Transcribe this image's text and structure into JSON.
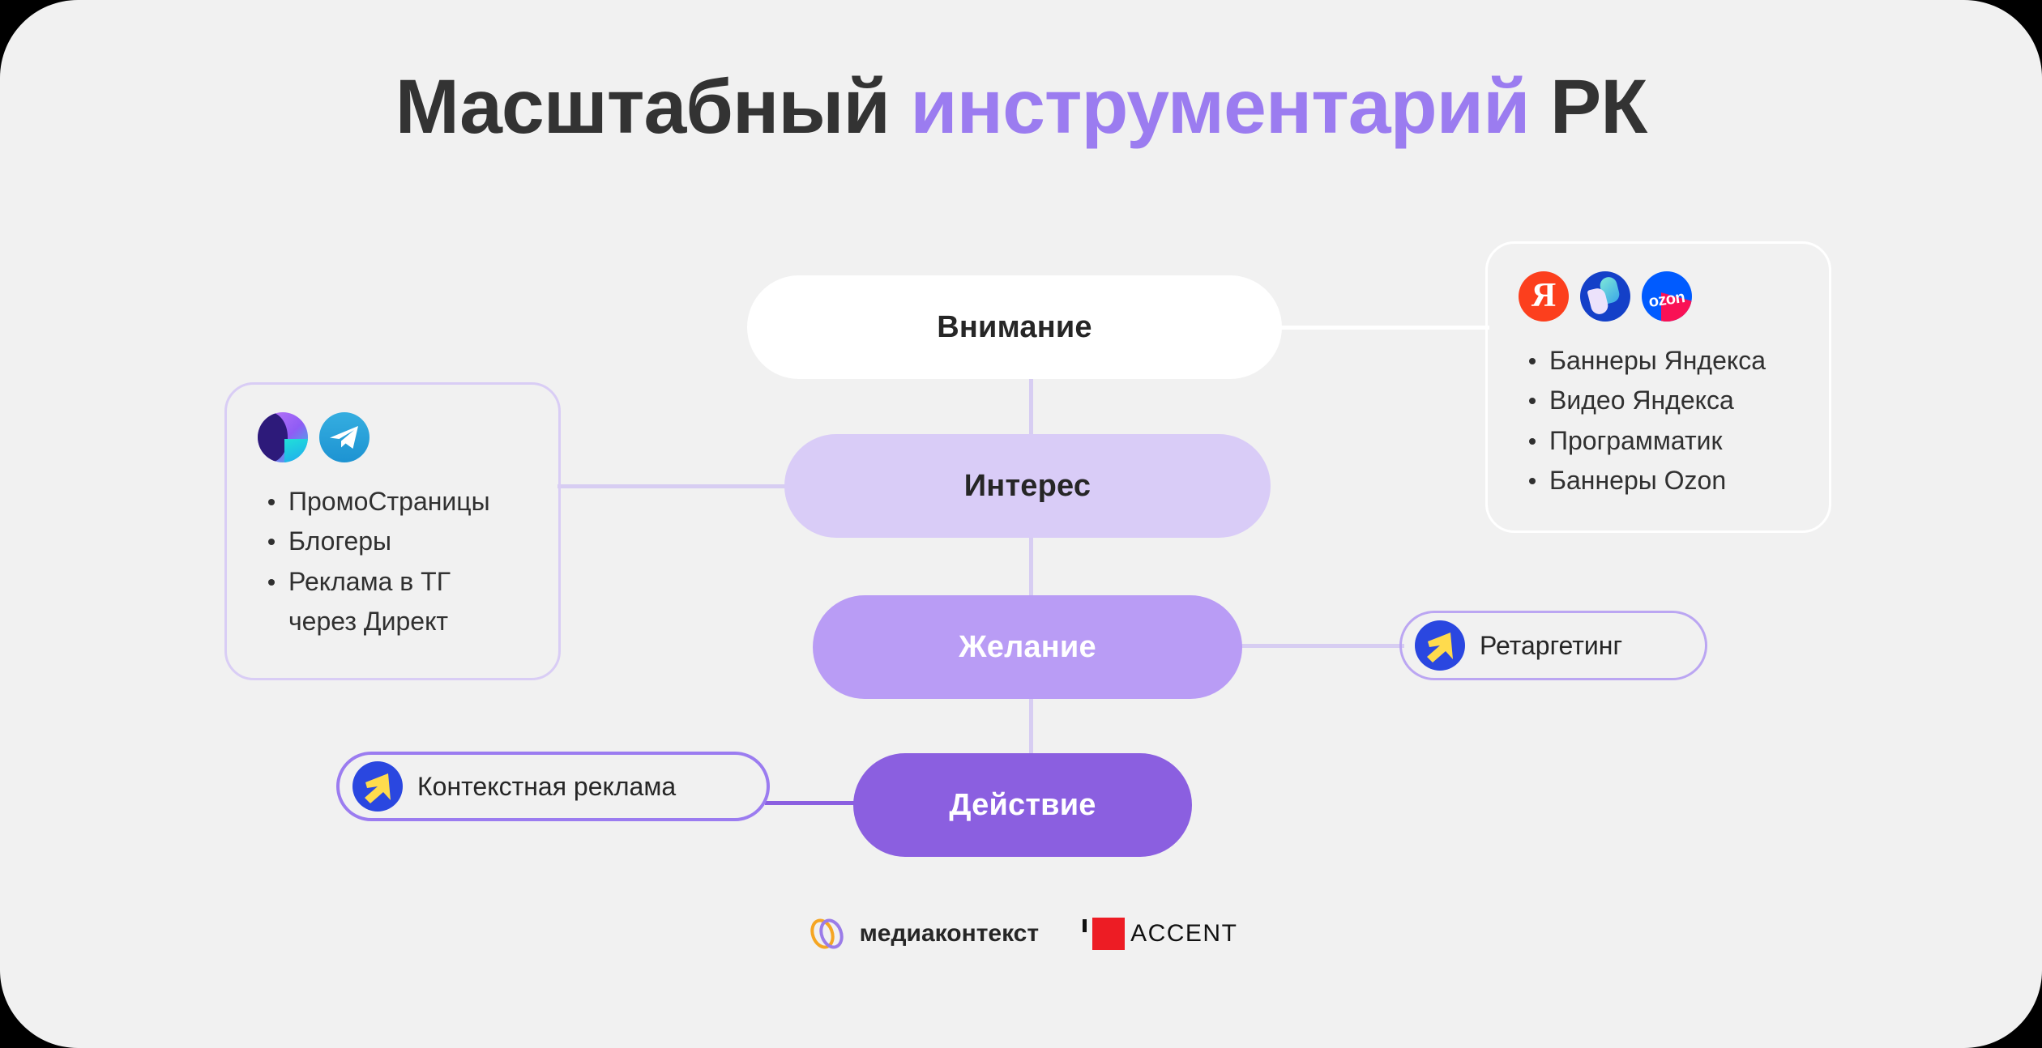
{
  "title": {
    "part1": "Масштабный ",
    "accent": "инструментарий",
    "part2": " РК",
    "accent_color": "#9b7cf0"
  },
  "funnel": {
    "stages": [
      {
        "label": "Внимание",
        "bg": "#ffffff",
        "text_color": "#262626"
      },
      {
        "label": "Интерес",
        "bg": "#d9ccf7",
        "text_color": "#262626"
      },
      {
        "label": "Желание",
        "bg": "#b99cf5",
        "text_color": "#ffffff"
      },
      {
        "label": "Действие",
        "bg": "#8b5fe0",
        "text_color": "#ffffff"
      }
    ]
  },
  "left_card": {
    "icons": [
      "dzen-icon",
      "telegram-icon"
    ],
    "items": [
      "ПромоСтраницы",
      "Блогеры",
      "Реклама в ТГ",
      "через Директ"
    ]
  },
  "right_card": {
    "icons": [
      "yandex-icon",
      "yandex-ads-icon",
      "ozon-icon"
    ],
    "items": [
      "Баннеры Яндекса",
      "Видео Яндекса",
      "Программатик",
      "Баннеры Ozon"
    ]
  },
  "pills": {
    "retargeting": {
      "label": "Ретаргетинг",
      "icon": "yandex-direct-icon"
    },
    "context": {
      "label": "Контекстная реклама",
      "icon": "yandex-direct-icon"
    }
  },
  "footer": {
    "brand1": {
      "name": "медиаконтекст",
      "ring1_color": "#f5a623",
      "ring2_color": "#9b7ce8"
    },
    "brand2": {
      "name": "ACCENT",
      "square_color": "#ed1c24"
    }
  },
  "colors": {
    "background": "#f1f1f1",
    "connector": "#d7cdf2",
    "connector_white": "#ffffff"
  }
}
